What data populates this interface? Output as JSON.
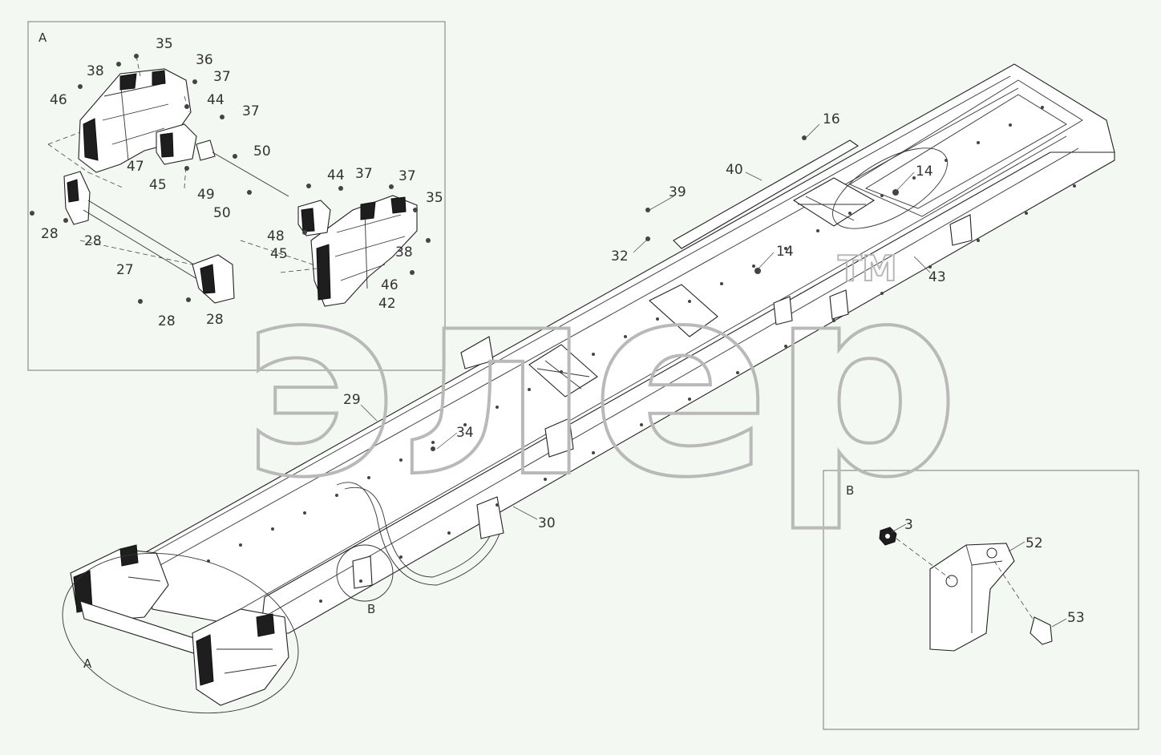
{
  "watermark": {
    "text": "элер",
    "tm": "TM"
  },
  "corner_text": "",
  "views": {
    "detail_a": {
      "title": "A"
    },
    "detail_b": {
      "title": "B"
    },
    "main_a_tag": "A",
    "main_b_tag": "B"
  },
  "labels_a": [
    "35",
    "36",
    "38",
    "37",
    "46",
    "44",
    "37",
    "50",
    "47",
    "45",
    "49",
    "44",
    "37",
    "37",
    "35",
    "50",
    "28",
    "28",
    "48",
    "45",
    "27",
    "38",
    "46",
    "42",
    "28",
    "28"
  ],
  "labels_main": [
    "16",
    "40",
    "14",
    "39",
    "32",
    "14",
    "43",
    "29",
    "34",
    "30"
  ],
  "labels_b": [
    "3",
    "52",
    "53"
  ]
}
